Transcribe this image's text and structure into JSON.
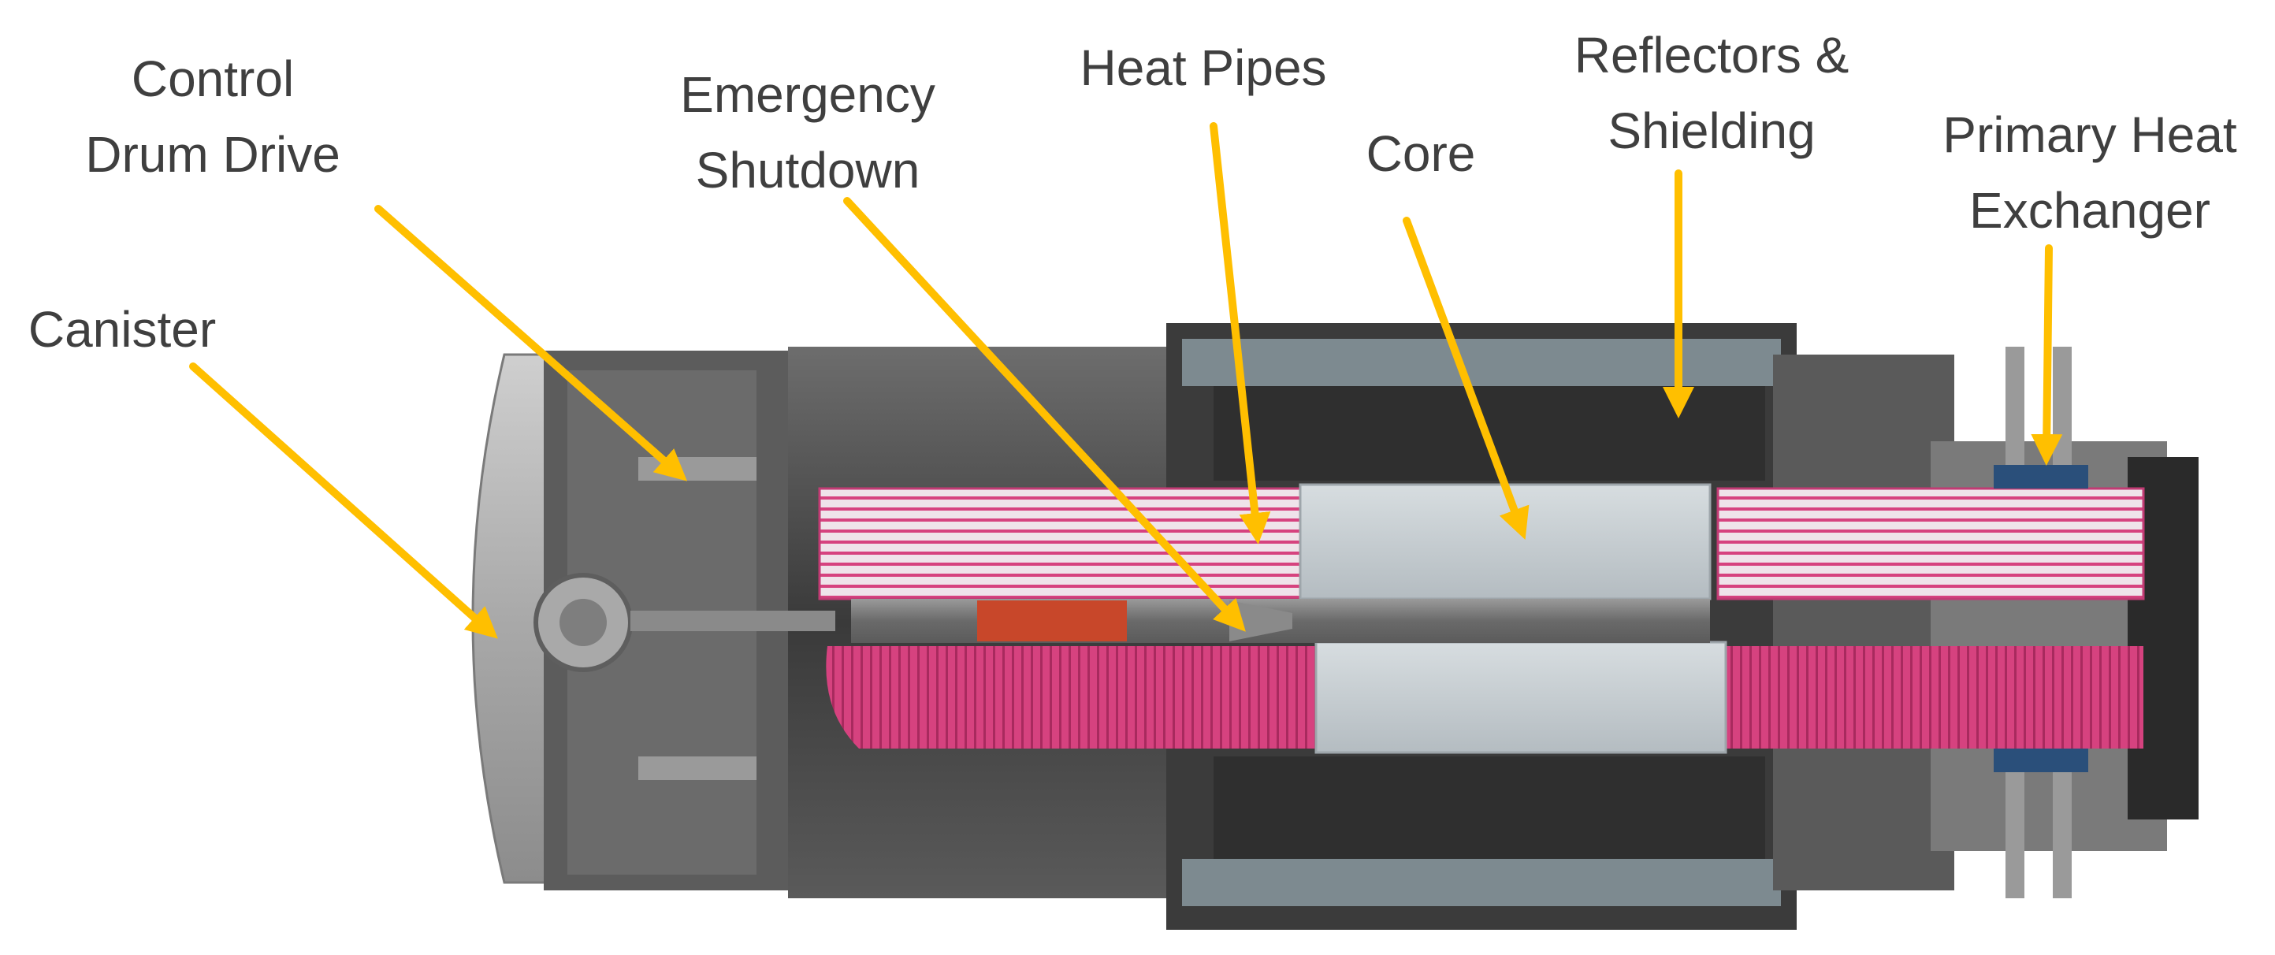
{
  "labels": {
    "control_drum_drive": {
      "line1": "Control",
      "line2": "Drum Drive"
    },
    "canister": "Canister",
    "emergency_shutdown": {
      "line1": "Emergency",
      "line2": "Shutdown"
    },
    "heat_pipes": "Heat Pipes",
    "core": "Core",
    "reflectors_shielding": {
      "line1": "Reflectors &",
      "line2": "Shielding"
    },
    "primary_heat_exchanger": {
      "line1": "Primary Heat",
      "line2": "Exchanger"
    }
  },
  "colors": {
    "arrow": "#ffbf00",
    "label_text": "#3f3f3f",
    "heat_pipes": "#d6427f",
    "core": "#bfc5c9",
    "shielding": "#4a4a4a",
    "canister": "#a8a8a8"
  }
}
